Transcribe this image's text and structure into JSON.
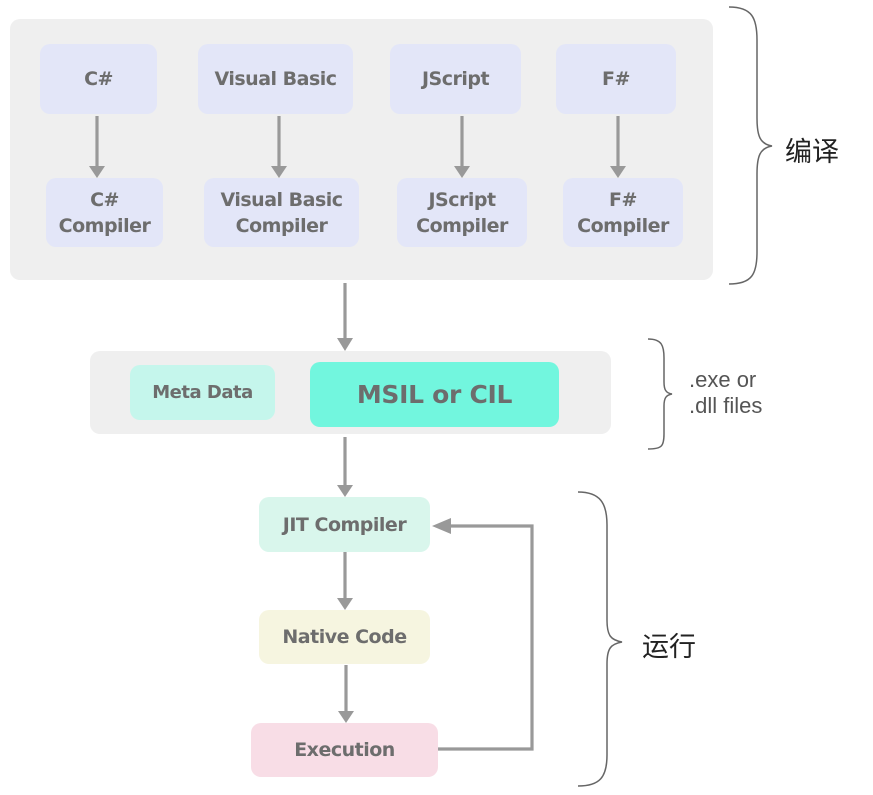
{
  "compile_stage": {
    "languages": [
      {
        "name": "C#",
        "compiler": [
          "C#",
          "Compiler"
        ]
      },
      {
        "name": "Visual Basic",
        "compiler": [
          "Visual Basic",
          "Compiler"
        ]
      },
      {
        "name": "JScript",
        "compiler": [
          "JScript",
          "Compiler"
        ]
      },
      {
        "name": "F#",
        "compiler": [
          "F#",
          "Compiler"
        ]
      }
    ],
    "brace_label": "编译"
  },
  "assembly_stage": {
    "meta_data": "Meta Data",
    "il": "MSIL or CIL",
    "brace_label": [
      ".exe or",
      ".dll files"
    ]
  },
  "run_stage": {
    "jit": "JIT Compiler",
    "native": "Native Code",
    "execution": "Execution",
    "brace_label": "运行"
  },
  "colors": {
    "panel": "#efefef",
    "language_box": "#e3e6f8",
    "meta_data": "#c5f6ec",
    "il": "#72f6de",
    "jit": "#d9f6ec",
    "native": "#f6f5e0",
    "execution": "#f8dde6",
    "arrow": "#999999",
    "text": "#6d6d6d"
  }
}
